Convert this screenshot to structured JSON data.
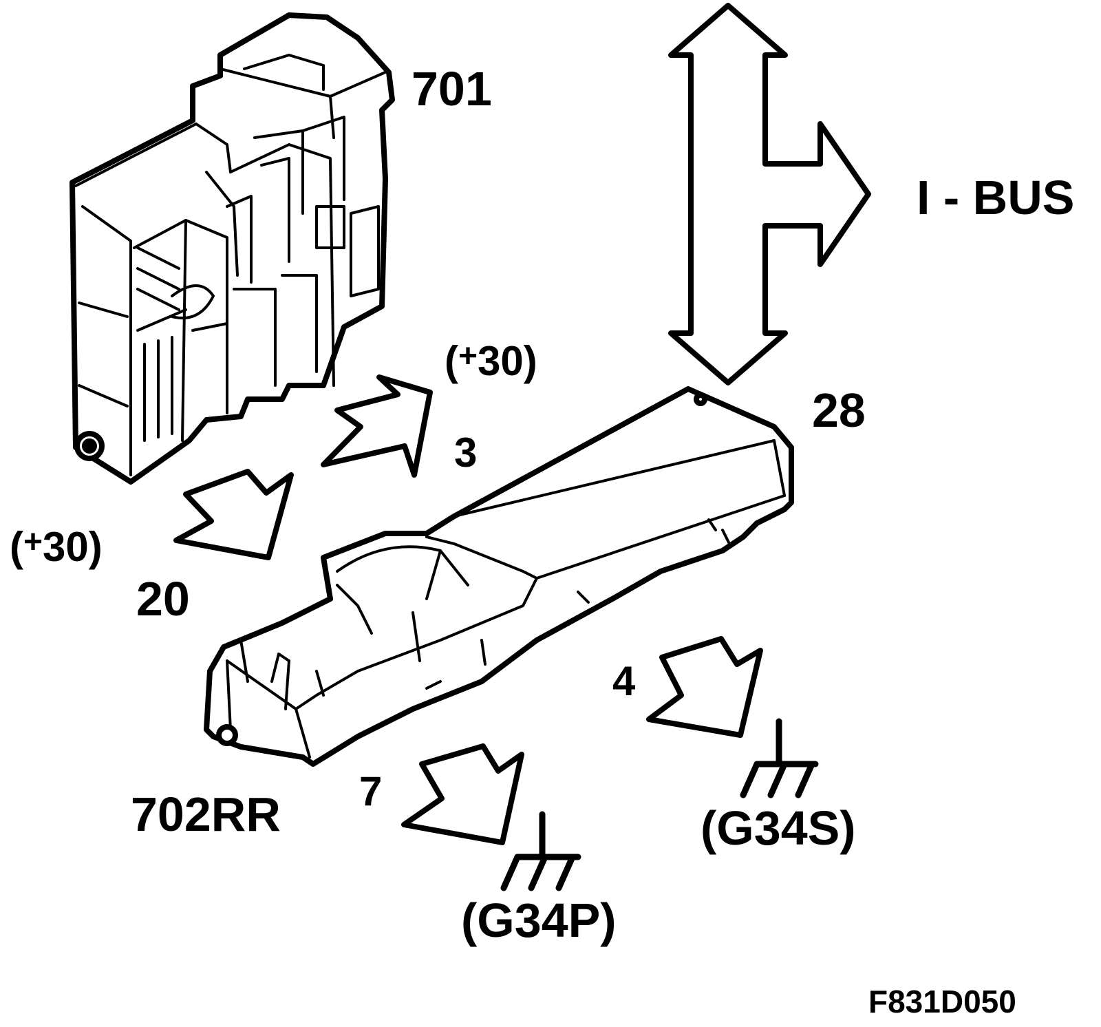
{
  "labels": {
    "module_upper": "701",
    "module_lower": "702RR",
    "bus": "I - BUS",
    "pin_bus": "28",
    "pin_3": "3",
    "pin_20": "20",
    "pin_4": "4",
    "pin_7": "7",
    "supply_a_open": "(",
    "supply_a_plus": "+",
    "supply_a_rest": "30)",
    "supply_b_open": "(",
    "supply_b_plus": "+",
    "supply_b_rest": "30)",
    "ground_s": "(G34S)",
    "ground_p": "(G34P)",
    "figure_code": "F831D050"
  },
  "colors": {
    "line": "#000000",
    "fill": "#ffffff"
  }
}
